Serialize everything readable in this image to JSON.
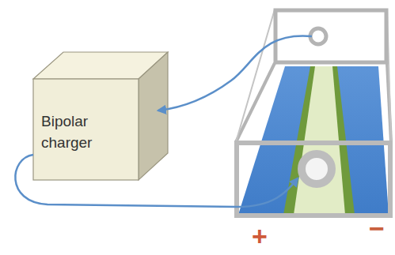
{
  "diagram": {
    "nodes": [
      {
        "text": [
          "Bipolar charger"
        ]
      }
    ],
    "labels": [
      "+",
      "−"
    ]
  }
}
